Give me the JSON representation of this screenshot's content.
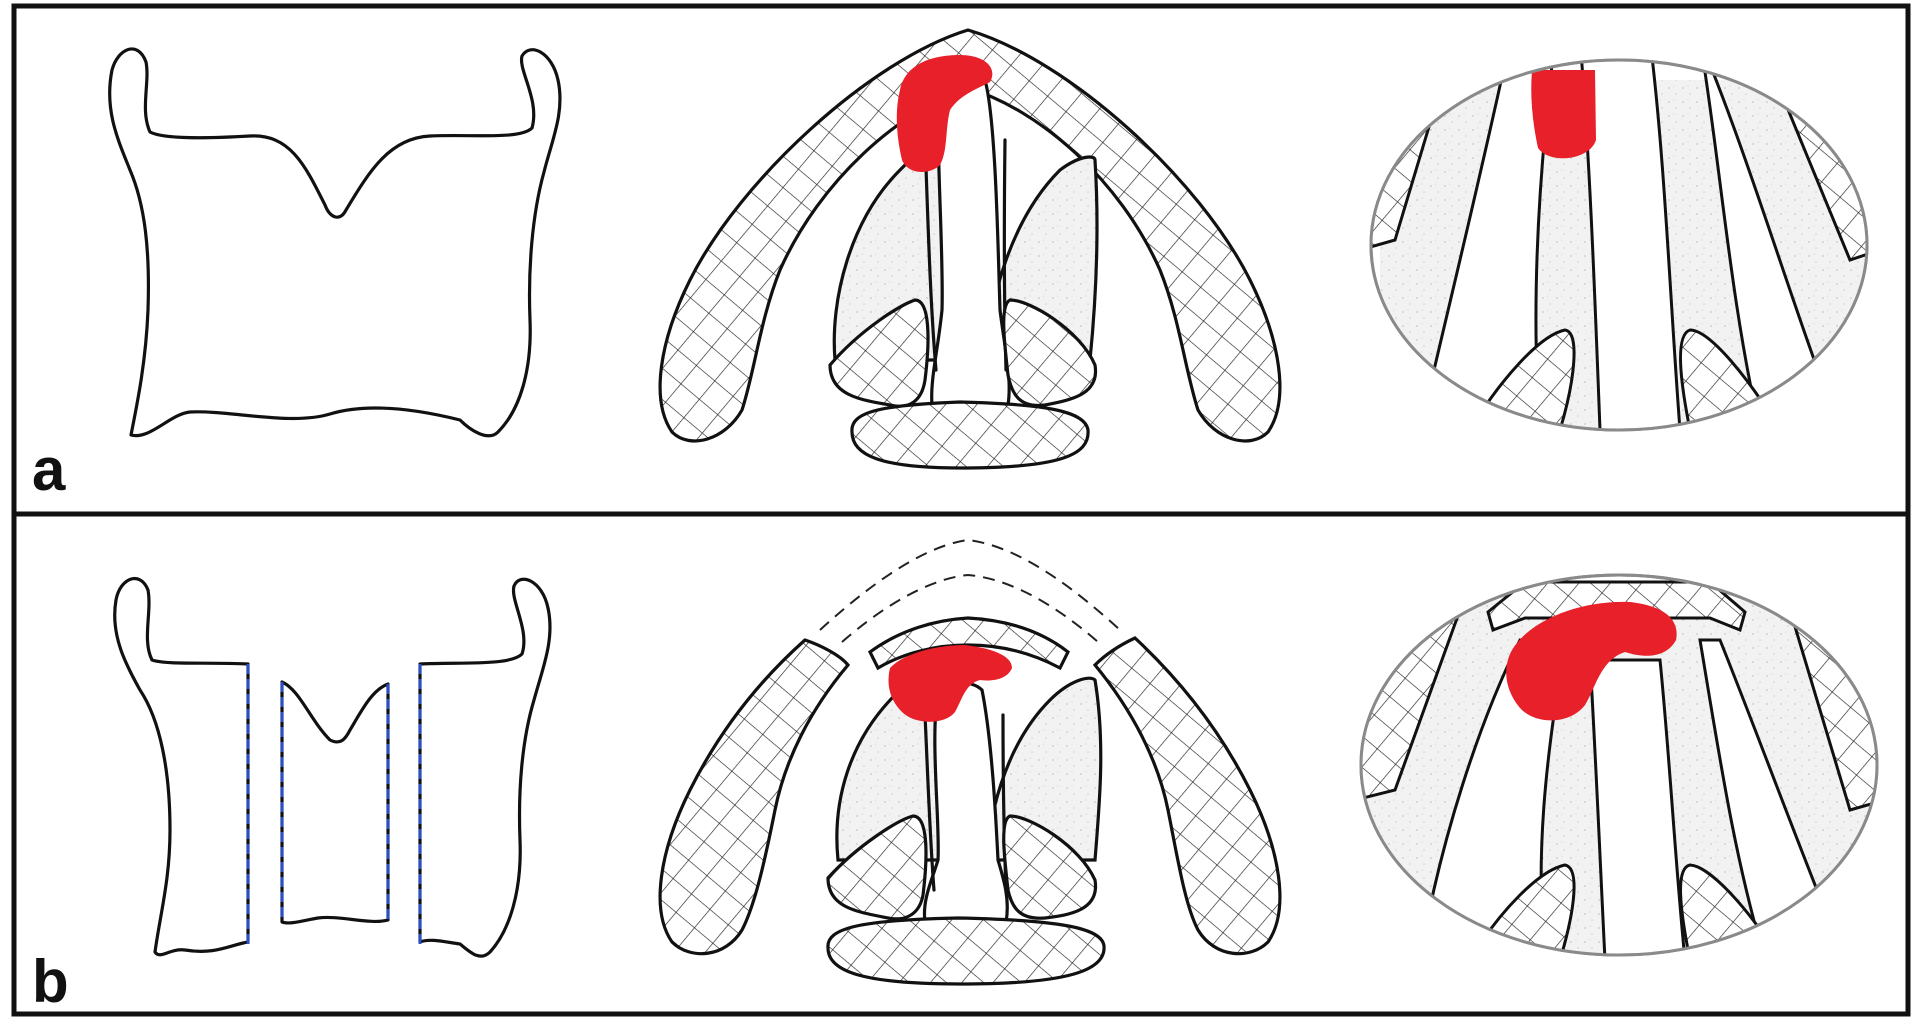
{
  "figure": {
    "panels": [
      {
        "id": "a",
        "label": "a"
      },
      {
        "id": "b",
        "label": "b"
      }
    ],
    "colors": {
      "lesion": "#e8202a",
      "incision_line": "#2b4fc7",
      "outline": "#111111",
      "panel_border": "#111111"
    }
  }
}
